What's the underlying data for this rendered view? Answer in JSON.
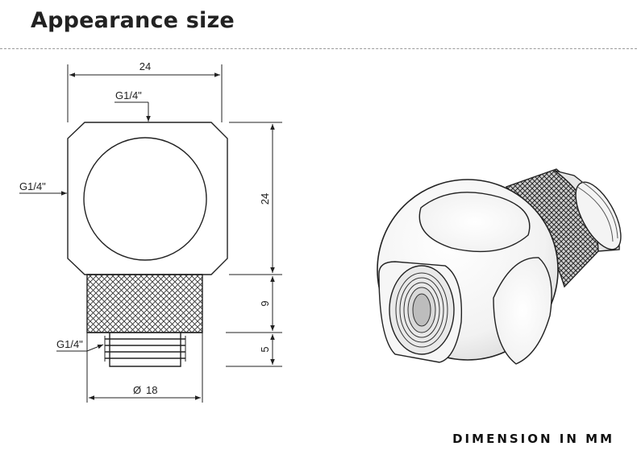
{
  "header": {
    "title": "Appearance size"
  },
  "drawing": {
    "dimensions": {
      "top_width": "24",
      "top_thread": "G1/4\"",
      "side_thread": "G1/4\"",
      "body_height": "24",
      "knurl_height": "9",
      "male_thread_height": "5",
      "male_thread": "G1/4\"",
      "diameter_symbol": "Ø",
      "diameter": "18"
    }
  },
  "footer": {
    "note": "DIMENSION IN MM"
  },
  "colors": {
    "line": "#222222",
    "title": "#222222",
    "background": "#ffffff"
  }
}
